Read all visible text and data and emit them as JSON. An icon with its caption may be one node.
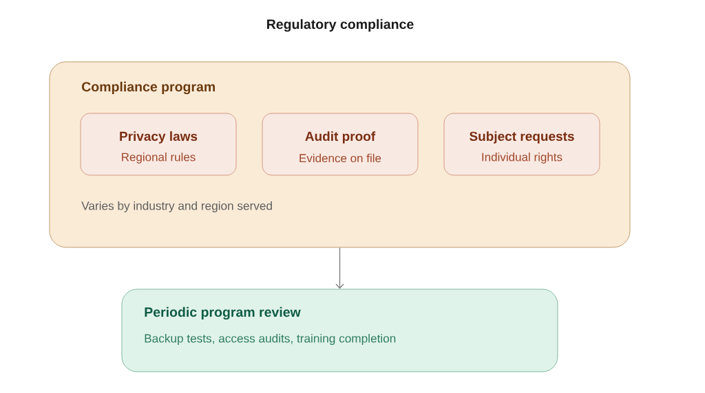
{
  "diagram": {
    "title": "Regulatory compliance",
    "nodes": [
      {
        "text": [
          "Compliance program",
          "Varies by industry and region served"
        ]
      },
      {
        "text": [
          "Privacy laws",
          "Regional rules"
        ],
        "in": 0
      },
      {
        "text": [
          "Audit proof",
          "Evidence on file"
        ],
        "in": 0
      },
      {
        "text": [
          "Subject requests",
          "Individual rights"
        ],
        "in": 0
      },
      {
        "text": [
          "Periodic program review",
          "Backup tests, access audits, training completion"
        ]
      }
    ],
    "edges": [
      {
        "from": 0,
        "to": 4,
        "arrow": "to"
      }
    ]
  }
}
